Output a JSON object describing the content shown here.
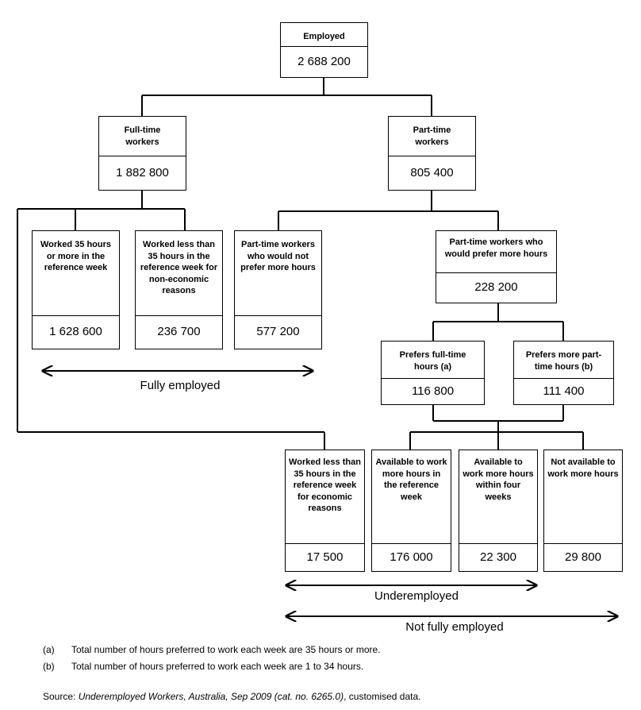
{
  "boxes": {
    "employed": {
      "label": "Employed",
      "value": "2 688 200"
    },
    "full_time": {
      "label": "Full-time workers",
      "value": "1 882 800"
    },
    "part_time": {
      "label": "Part-time workers",
      "value": "805 400"
    },
    "worked_35_plus": {
      "label": "Worked 35 hours or more in the reference week",
      "value": "1 628 600"
    },
    "worked_less_non_economic": {
      "label": "Worked less than 35 hours in the reference week for non-economic reasons",
      "value": "236 700"
    },
    "pt_not_prefer_more": {
      "label": "Part-time workers who would not prefer more hours",
      "value": "577 200"
    },
    "pt_prefer_more": {
      "label": "Part-time workers who would prefer more hours",
      "value": "228 200"
    },
    "prefers_full_time": {
      "label": "Prefers full-time hours (a)",
      "value": "116 800"
    },
    "prefers_more_part_time": {
      "label": "Prefers more part-time hours (b)",
      "value": "111 400"
    },
    "worked_less_economic": {
      "label": "Worked less than 35 hours in the reference week for economic reasons",
      "value": "17 500"
    },
    "available_reference_week": {
      "label": "Available to work more hours in the reference week",
      "value": "176 000"
    },
    "available_four_weeks": {
      "label": "Available to work more hours within four weeks",
      "value": "22 300"
    },
    "not_available": {
      "label": "Not available to work more hours",
      "value": "29 800"
    }
  },
  "captions": {
    "fully_employed": "Fully employed",
    "underemployed": "Underemployed",
    "not_fully_employed": "Not fully employed"
  },
  "notes": [
    {
      "tag": "(a)",
      "text": "Total number of hours preferred to work each week are 35 hours or more."
    },
    {
      "tag": "(b)",
      "text": "Total number of hours preferred to work each week are 1 to 34 hours."
    }
  ],
  "source": {
    "prefix": "Source: ",
    "title": "Underemployed Workers, Australia, Sep 2009 (cat. no. 6265.0)",
    "suffix": ", customised data."
  }
}
